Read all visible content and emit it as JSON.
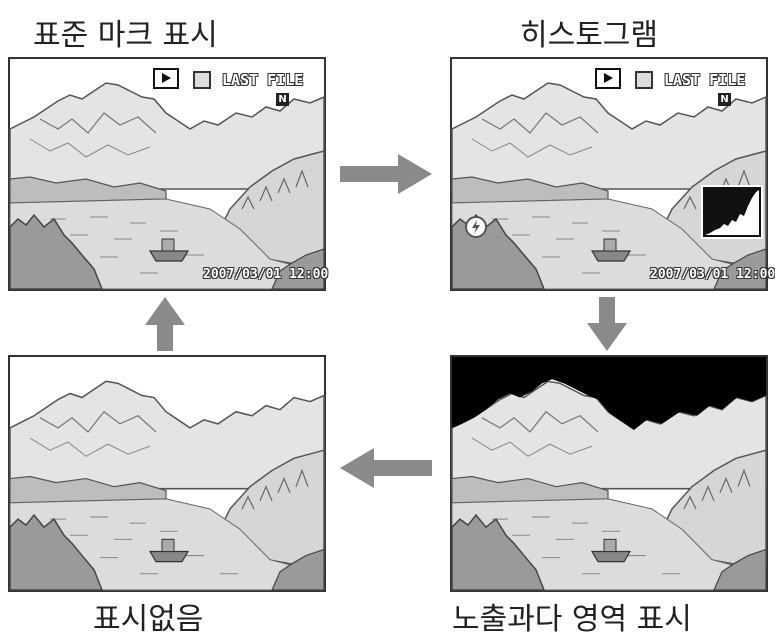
{
  "titles": {
    "standard": "표준 마크 표시",
    "histogram": "히스토그램",
    "overexposure": "노출과다 영역 표시",
    "none": "표시없음"
  },
  "overlay": {
    "last_file": "LAST FILE",
    "datetime": "2007/03/01 12:00",
    "quality_mark": "N"
  },
  "icons": [
    "play-icon",
    "memory-card-icon",
    "quality-icon",
    "flash-icon",
    "histogram-icon",
    "arrow-right-icon",
    "arrow-down-icon",
    "arrow-left-icon",
    "arrow-up-icon"
  ],
  "colors": {
    "arrow": "#8a8a8a",
    "overexposed": "#000000"
  }
}
